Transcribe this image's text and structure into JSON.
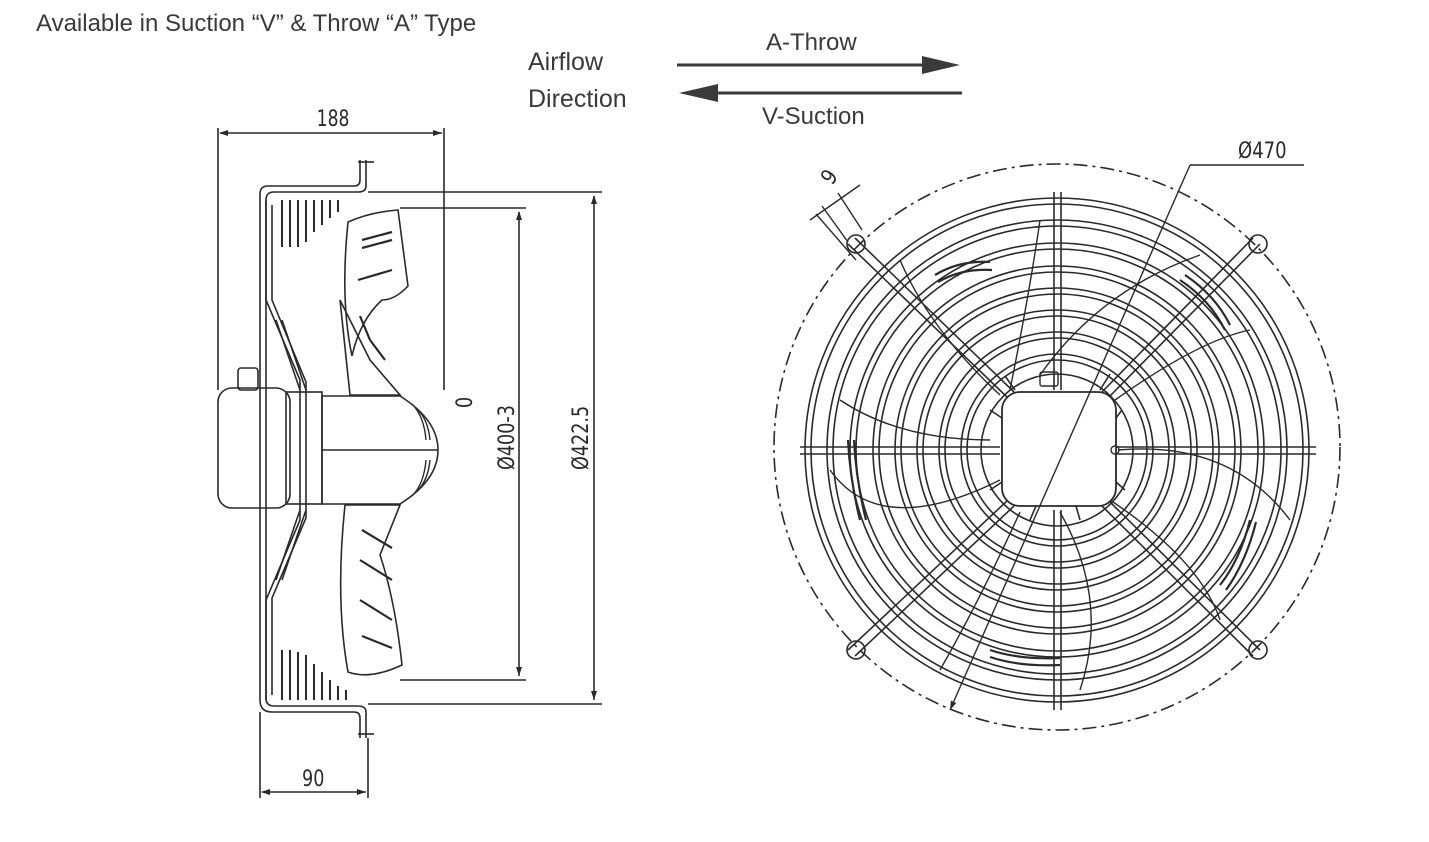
{
  "header": {
    "availability_note": "Available in Suction “V” & Throw “A” Type"
  },
  "airflow": {
    "label_line1": "Airflow",
    "label_line2": "Direction",
    "throw_label": "A-Throw",
    "suction_label": "V-Suction"
  },
  "side_view": {
    "depth_dim": "188",
    "mount_dim": "90",
    "blade_dim_line1": "0",
    "blade_dim_line2": "Ø400-3",
    "frame_dim": "Ø422.5"
  },
  "front_view": {
    "outer_dim": "Ø470",
    "hole_dim": "9"
  },
  "colors": {
    "line": "#2a2a2a",
    "arrow": "#3a3a3a"
  }
}
